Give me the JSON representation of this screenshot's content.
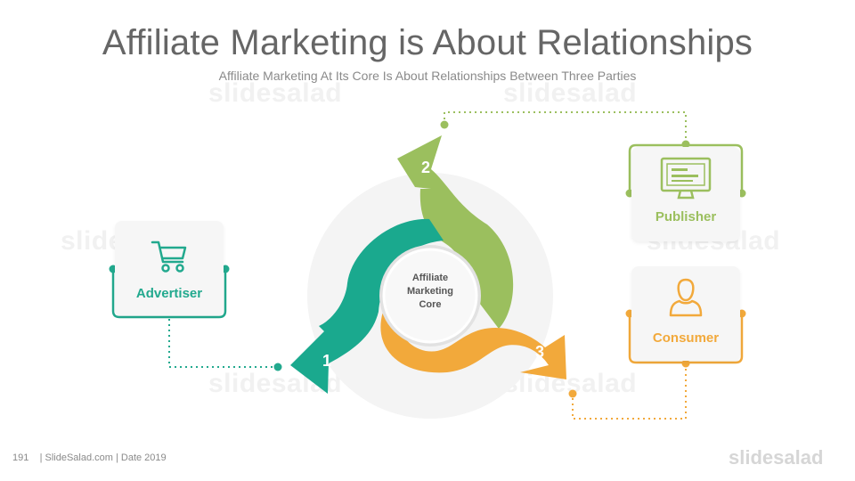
{
  "header": {
    "title": "Affiliate Marketing is About Relationships",
    "subtitle": "Affiliate Marketing At Its Core Is About Relationships Between Three Parties"
  },
  "center": {
    "label_lines": [
      "Affiliate",
      "Marketing",
      "Core"
    ]
  },
  "parties": {
    "advertiser": {
      "label": "Advertiser",
      "icon": "shopping-cart-icon",
      "color": "#22a98e",
      "step": "1"
    },
    "publisher": {
      "label": "Publisher",
      "icon": "monitor-icon",
      "color": "#9bbf5e",
      "step": "2"
    },
    "consumer": {
      "label": "Consumer",
      "icon": "user-icon",
      "color": "#f2a93b",
      "step": "3"
    }
  },
  "footer": {
    "text": "191    | SlideSalad.com | Date 2019"
  },
  "brand": "slidesalad",
  "watermark": "slidesalad"
}
